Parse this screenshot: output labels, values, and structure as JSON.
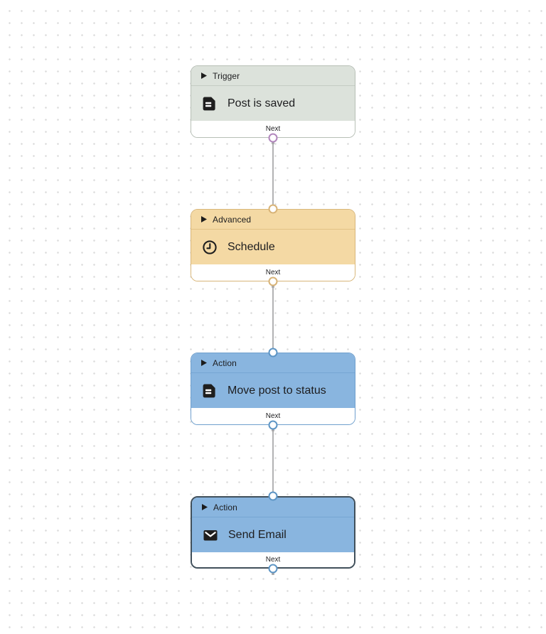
{
  "canvas": {
    "edge_color": "#b2b2b4",
    "background_dot_color": "#dcdcdc",
    "nodes": [
      {
        "category": "Trigger",
        "title": "Post is saved",
        "footer_label": "Next",
        "icon": "document-icon",
        "selected": false,
        "colors": {
          "fill": "#dce2db",
          "border": "#b7bfb6",
          "divider": "#c5ccc4",
          "handle": "#b287bd"
        }
      },
      {
        "category": "Advanced",
        "title": "Schedule",
        "footer_label": "Next",
        "icon": "clock-icon",
        "selected": false,
        "colors": {
          "fill": "#f4d9a4",
          "border": "#d8b679",
          "divider": "#e2c285",
          "handle": "#d8b377"
        }
      },
      {
        "category": "Action",
        "title": "Move post to status",
        "footer_label": "Next",
        "icon": "document-icon",
        "selected": false,
        "colors": {
          "fill": "#89b5df",
          "border": "#6f9fcd",
          "divider": "#76a6d3",
          "handle": "#5d95c5"
        }
      },
      {
        "category": "Action",
        "title": "Send Email",
        "footer_label": "Next",
        "icon": "envelope-icon",
        "selected": true,
        "colors": {
          "fill": "#89b5df",
          "border": "#41505b",
          "divider": "#76a6d3",
          "handle": "#5d95c5"
        }
      }
    ]
  }
}
